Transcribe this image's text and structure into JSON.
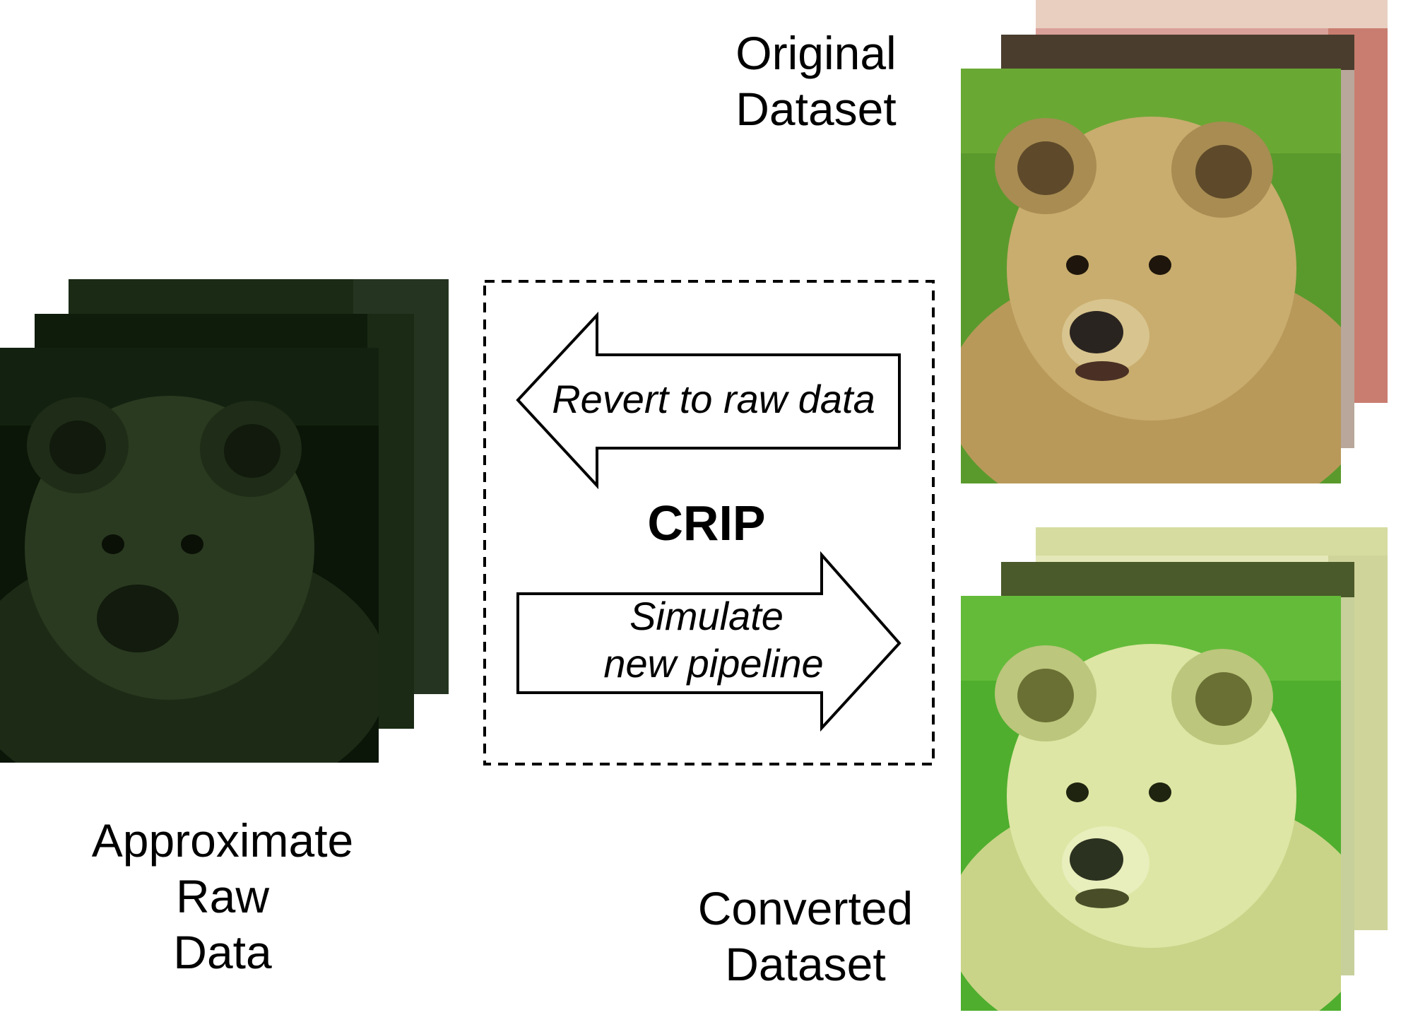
{
  "labels": {
    "original": [
      "Original",
      "Dataset"
    ],
    "converted": [
      "Converted",
      "Dataset"
    ],
    "raw": [
      "Approximate",
      "Raw",
      "Data"
    ]
  },
  "center": {
    "title": "CRIP",
    "revert_arrow": "Revert to raw data",
    "simulate_arrow": [
      "Simulate",
      "new pipeline"
    ]
  },
  "colors": {
    "grass_original": "#5a9a2c",
    "fur_original": "#c9ad6e",
    "grass_converted": "#4fae2e",
    "fur_converted": "#dde6a4",
    "raw_dark": "#0b1608",
    "raw_fur": "#2a3a20"
  }
}
